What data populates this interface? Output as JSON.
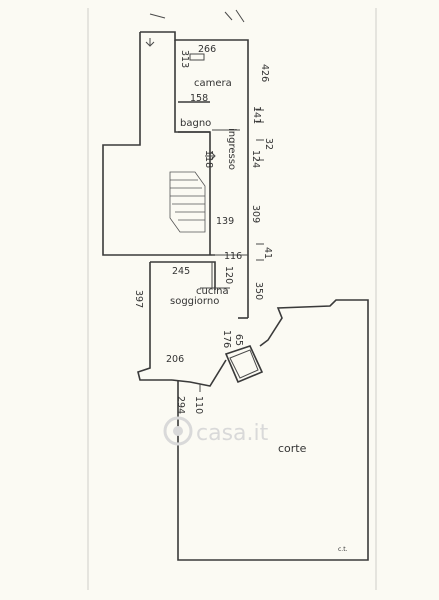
{
  "rooms": {
    "camera": "camera",
    "bagno": "bagno",
    "ingresso": "ingresso",
    "cucina": "cucina",
    "soggiorno": "soggiorno",
    "corte": "corte"
  },
  "dimensions": {
    "d266": "266",
    "d313": "313",
    "d426": "426",
    "d158": "158",
    "d141": "141",
    "d32": "32",
    "d124": "124",
    "d118": "118",
    "d309": "309",
    "d139": "139",
    "d116": "116",
    "d41": "41",
    "d245": "245",
    "d120": "120",
    "d350": "350",
    "d397": "397",
    "d65": "65",
    "d176": "176",
    "d206": "206",
    "d294": "294",
    "d110": "110"
  },
  "corner_note": "c.t.",
  "watermark": "casa.it"
}
